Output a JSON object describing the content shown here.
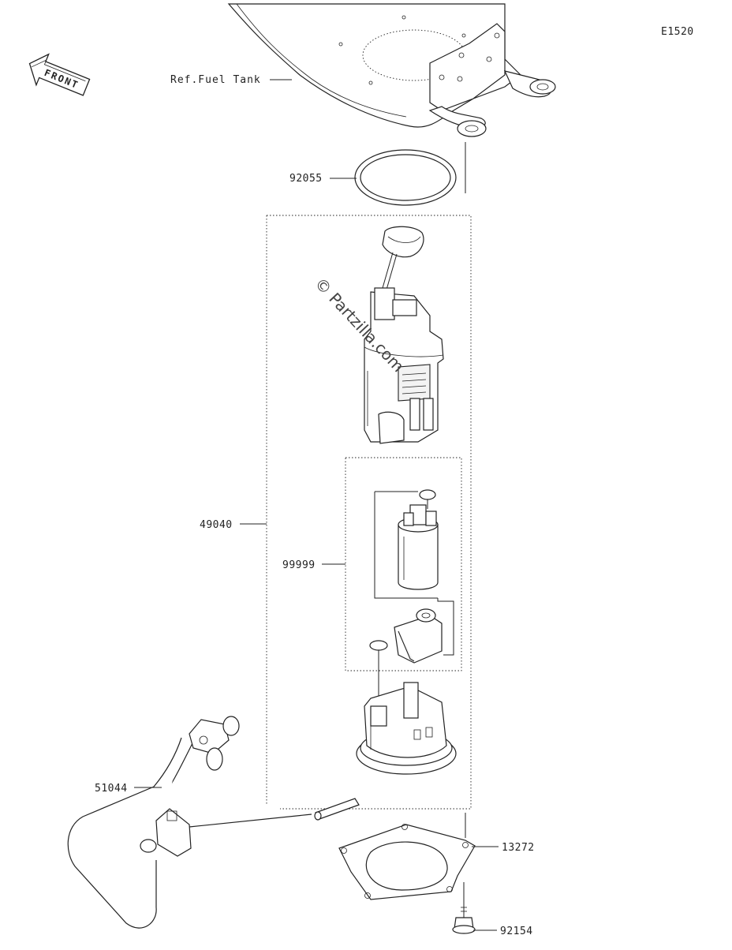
{
  "diagram_code": "E1520",
  "front_label": "FRONT",
  "watermark": "© Partzilla.com",
  "reference": "Ref.Fuel Tank",
  "parts": [
    {
      "id": "92055",
      "label": "92055"
    },
    {
      "id": "49040",
      "label": "49040"
    },
    {
      "id": "99999",
      "label": "99999"
    },
    {
      "id": "51044",
      "label": "51044"
    },
    {
      "id": "13272",
      "label": "13272"
    },
    {
      "id": "92154",
      "label": "92154"
    }
  ]
}
